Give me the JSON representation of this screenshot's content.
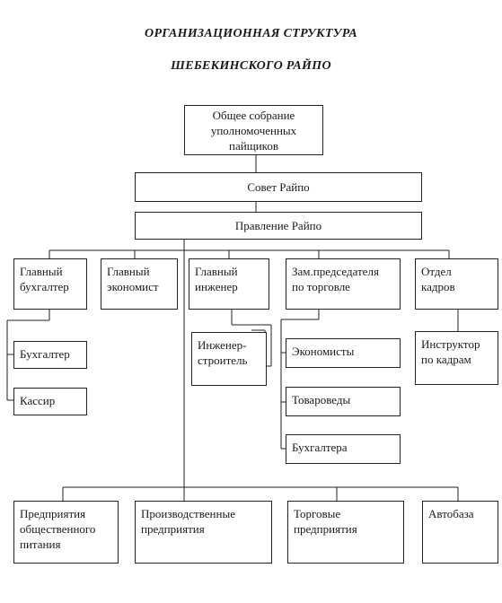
{
  "title": {
    "line1": "ОРГАНИЗАЦИОННАЯ СТРУКТУРА",
    "line2": "ШЕБЕКИНСКОГО РАЙПО"
  },
  "nodes": {
    "general_assembly": "Общее собрание\nуполномоченных пайщиков",
    "council": "Совет Райпо",
    "board": "Правление Райпо",
    "chief_accountant": "Главный\nбухгалтер",
    "chief_economist": "Главный\nэкономист",
    "chief_engineer": "Главный\nинженер",
    "deputy_chairman_trade": "Зам.председателя\nпо торговле",
    "hr_department": "Отдел\nкадров",
    "accountant": "Бухгалтер",
    "cashier": "Кассир",
    "civil_engineer": "Инженер-\nстроитель",
    "economists": "Экономисты",
    "merchandisers": "Товароведы",
    "accountants": "Бухгалтера",
    "hr_instructor": "Инструктор\nпо кадрам",
    "catering": "Предприятия\nобщественного\nпитания",
    "production": "Производственные\nпредприятия",
    "trade": "Торговые\nпредприятия",
    "motor_depot": "Автобаза"
  }
}
